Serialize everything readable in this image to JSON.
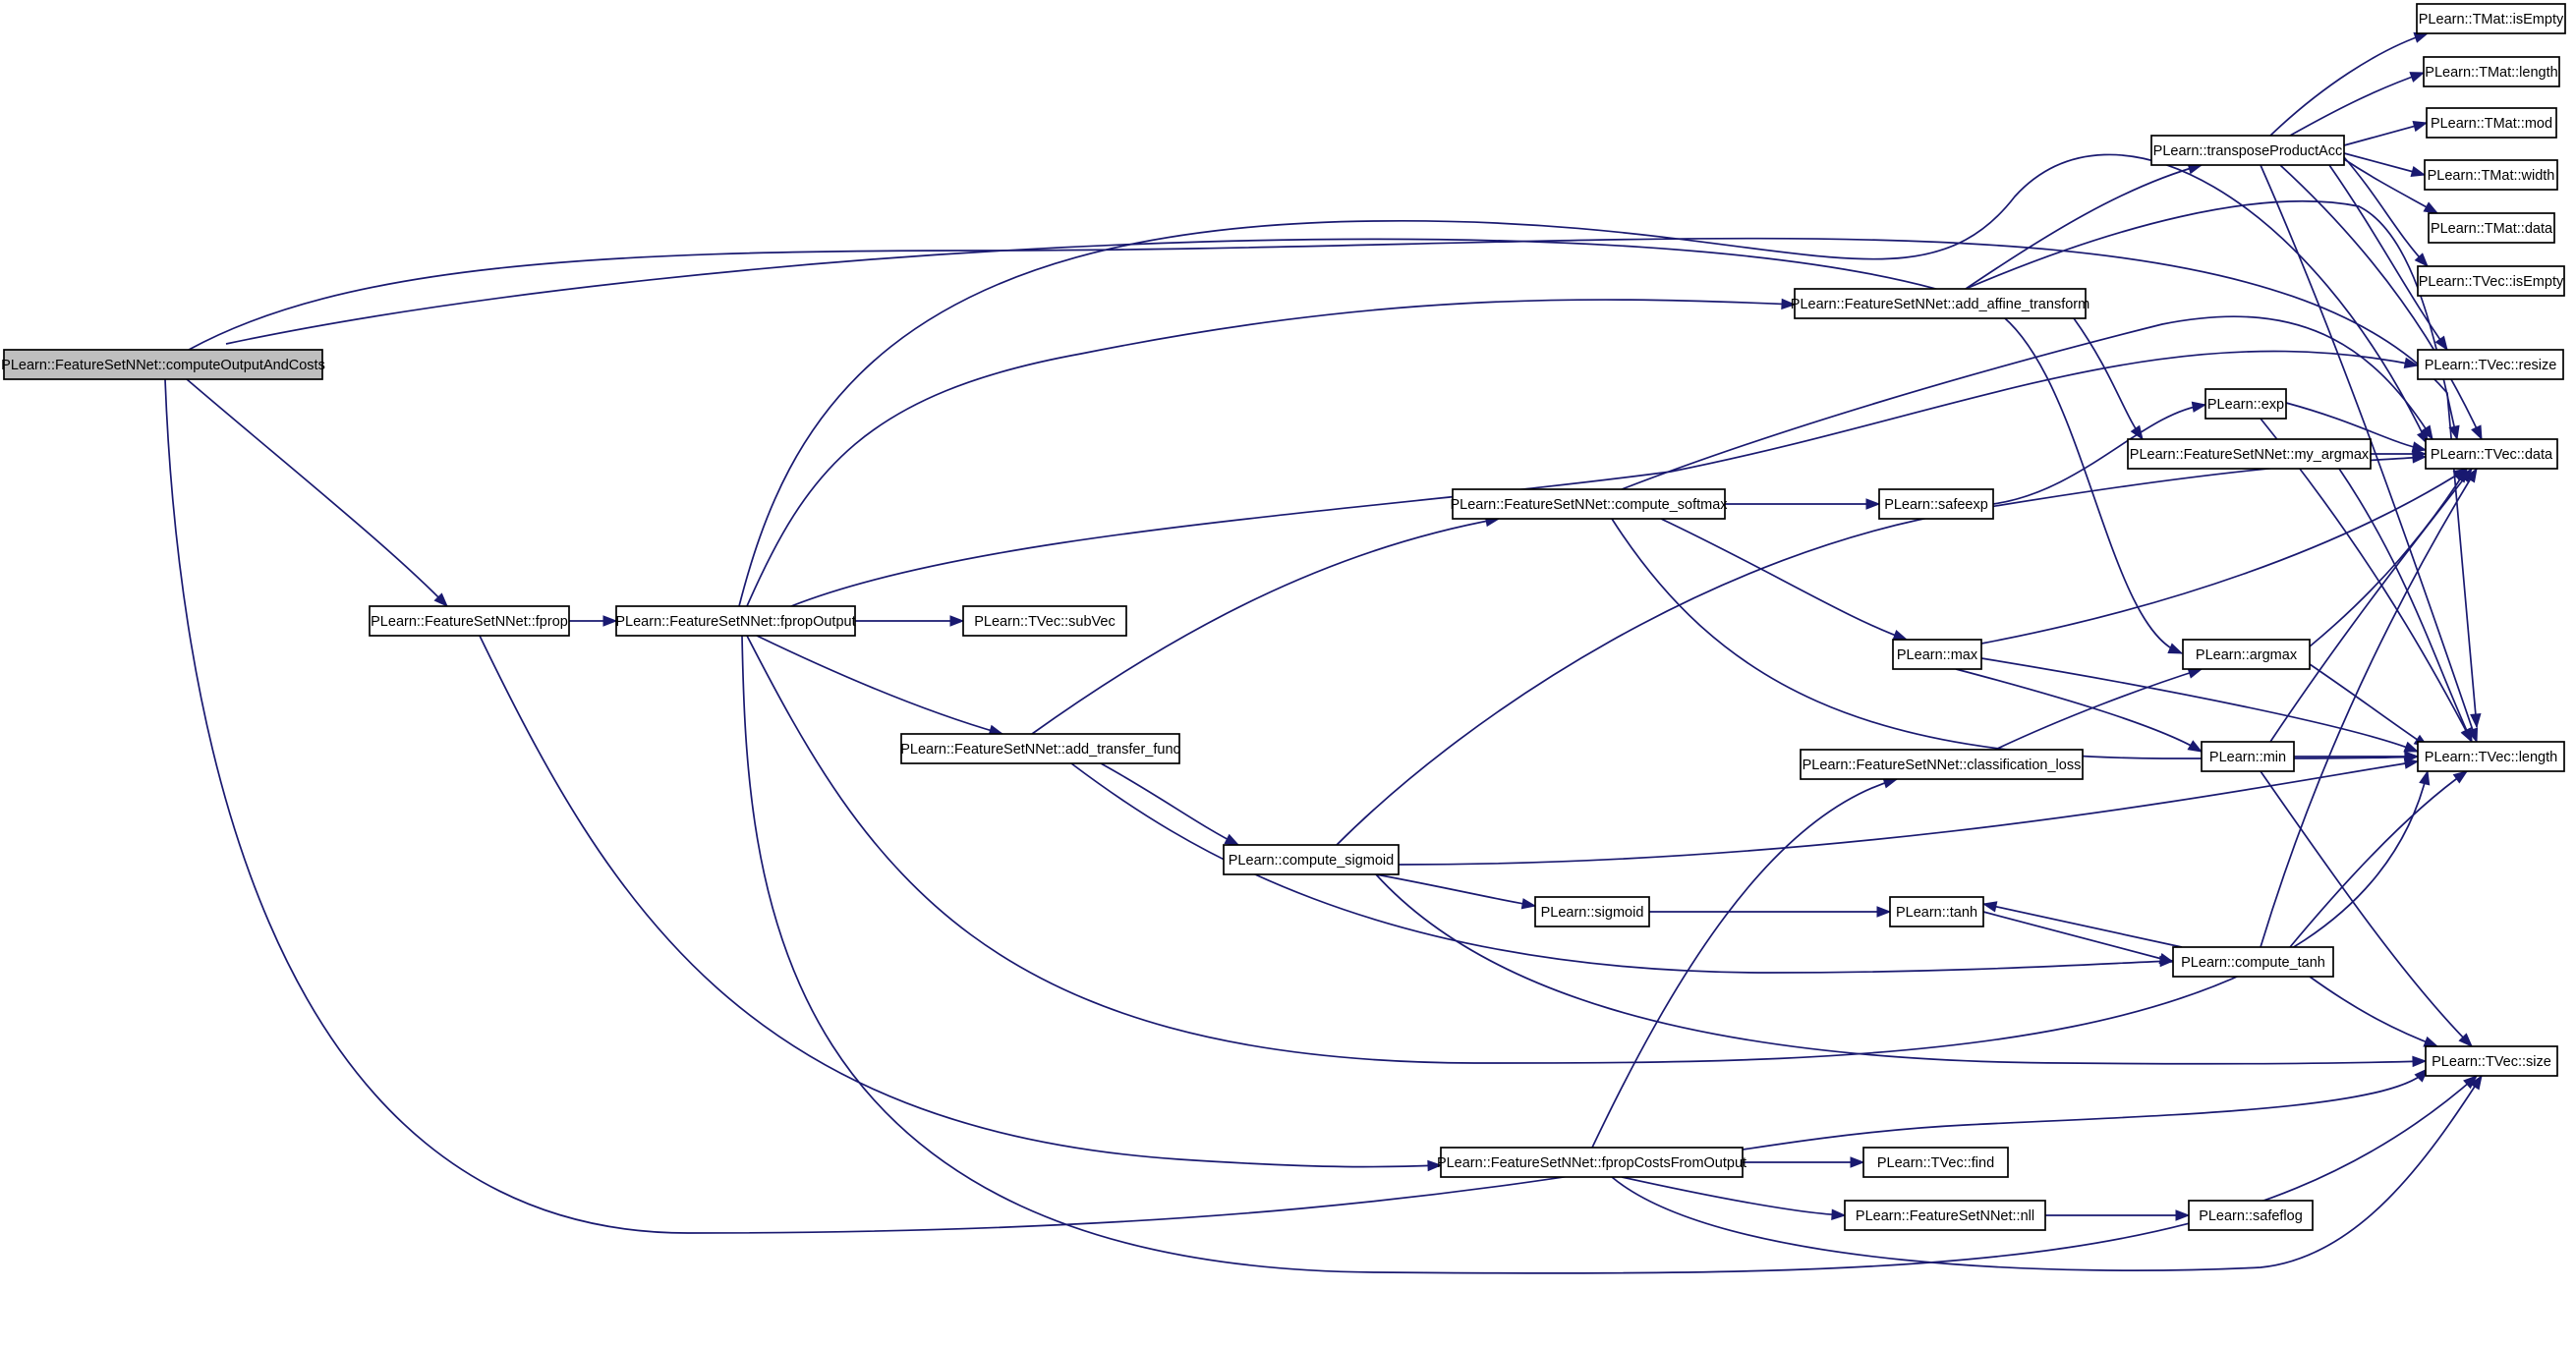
{
  "diagram": {
    "type": "call-graph",
    "edge_color": "#191970",
    "root_fill": "#bfbfbf",
    "node_fill": "#ffffff",
    "nodes": [
      {
        "id": "computeOutputAndCosts",
        "label": "PLearn::FeatureSetNNet::computeOutputAndCosts",
        "root": true
      },
      {
        "id": "fprop",
        "label": "PLearn::FeatureSetNNet::fprop"
      },
      {
        "id": "fpropOutput",
        "label": "PLearn::FeatureSetNNet::fpropOutput"
      },
      {
        "id": "subVec",
        "label": "PLearn::TVec::subVec"
      },
      {
        "id": "add_transfer_func",
        "label": "PLearn::FeatureSetNNet::add_transfer_func"
      },
      {
        "id": "compute_sigmoid",
        "label": "PLearn::compute_sigmoid"
      },
      {
        "id": "sigmoid",
        "label": "PLearn::sigmoid"
      },
      {
        "id": "compute_softmax",
        "label": "PLearn::FeatureSetNNet::compute_softmax"
      },
      {
        "id": "safeexp",
        "label": "PLearn::safeexp"
      },
      {
        "id": "add_affine_transform",
        "label": "PLearn::FeatureSetNNet::add_affine_transform"
      },
      {
        "id": "fpropCostsFromOutput",
        "label": "PLearn::FeatureSetNNet::fpropCostsFromOutput"
      },
      {
        "id": "classification_loss",
        "label": "PLearn::FeatureSetNNet::classification_loss"
      },
      {
        "id": "max",
        "label": "PLearn::max"
      },
      {
        "id": "tanh",
        "label": "PLearn::tanh"
      },
      {
        "id": "find",
        "label": "PLearn::TVec::find"
      },
      {
        "id": "nll",
        "label": "PLearn::FeatureSetNNet::nll"
      },
      {
        "id": "transposeProductAcc",
        "label": "PLearn::transposeProductAcc"
      },
      {
        "id": "exp",
        "label": "PLearn::exp"
      },
      {
        "id": "my_argmax",
        "label": "PLearn::FeatureSetNNet::my_argmax"
      },
      {
        "id": "argmax",
        "label": "PLearn::argmax"
      },
      {
        "id": "min",
        "label": "PLearn::min"
      },
      {
        "id": "compute_tanh",
        "label": "PLearn::compute_tanh"
      },
      {
        "id": "safeflog",
        "label": "PLearn::safeflog"
      },
      {
        "id": "TMat_isEmpty",
        "label": "PLearn::TMat::isEmpty"
      },
      {
        "id": "TMat_length",
        "label": "PLearn::TMat::length"
      },
      {
        "id": "TMat_mod",
        "label": "PLearn::TMat::mod"
      },
      {
        "id": "TMat_width",
        "label": "PLearn::TMat::width"
      },
      {
        "id": "TMat_data",
        "label": "PLearn::TMat::data"
      },
      {
        "id": "TVec_isEmpty",
        "label": "PLearn::TVec::isEmpty"
      },
      {
        "id": "TVec_resize",
        "label": "PLearn::TVec::resize"
      },
      {
        "id": "TVec_data",
        "label": "PLearn::TVec::data"
      },
      {
        "id": "TVec_length",
        "label": "PLearn::TVec::length"
      },
      {
        "id": "TVec_size",
        "label": "PLearn::TVec::size"
      }
    ],
    "edges": [
      [
        "computeOutputAndCosts",
        "fprop"
      ],
      [
        "computeOutputAndCosts",
        "TVec_length"
      ],
      [
        "computeOutputAndCosts",
        "argmax"
      ],
      [
        "computeOutputAndCosts",
        "TVec_size"
      ],
      [
        "fprop",
        "fpropOutput"
      ],
      [
        "fprop",
        "fpropCostsFromOutput"
      ],
      [
        "fpropOutput",
        "subVec"
      ],
      [
        "fpropOutput",
        "add_transfer_func"
      ],
      [
        "fpropOutput",
        "add_affine_transform"
      ],
      [
        "fpropOutput",
        "TVec_data"
      ],
      [
        "fpropOutput",
        "TVec_length"
      ],
      [
        "fpropOutput",
        "TVec_resize"
      ],
      [
        "fpropOutput",
        "TVec_size"
      ],
      [
        "add_transfer_func",
        "compute_softmax"
      ],
      [
        "add_transfer_func",
        "compute_sigmoid"
      ],
      [
        "add_transfer_func",
        "compute_tanh"
      ],
      [
        "compute_sigmoid",
        "sigmoid"
      ],
      [
        "compute_sigmoid",
        "TVec_data"
      ],
      [
        "compute_sigmoid",
        "TVec_length"
      ],
      [
        "compute_sigmoid",
        "TVec_size"
      ],
      [
        "sigmoid",
        "tanh"
      ],
      [
        "compute_softmax",
        "safeexp"
      ],
      [
        "compute_softmax",
        "max"
      ],
      [
        "compute_softmax",
        "TVec_data"
      ],
      [
        "compute_softmax",
        "TVec_length"
      ],
      [
        "safeexp",
        "exp"
      ],
      [
        "add_affine_transform",
        "transposeProductAcc"
      ],
      [
        "add_affine_transform",
        "TVec_data"
      ],
      [
        "add_affine_transform",
        "my_argmax"
      ],
      [
        "fpropCostsFromOutput",
        "classification_loss"
      ],
      [
        "fpropCostsFromOutput",
        "find"
      ],
      [
        "fpropCostsFromOutput",
        "nll"
      ],
      [
        "fpropCostsFromOutput",
        "TVec_size"
      ],
      [
        "classification_loss",
        "argmax"
      ],
      [
        "max",
        "TVec_data"
      ],
      [
        "max",
        "TVec_length"
      ],
      [
        "max",
        "min"
      ],
      [
        "nll",
        "safeflog"
      ],
      [
        "tanh",
        "compute_tanh"
      ],
      [
        "compute_tanh",
        "tanh"
      ],
      [
        "compute_tanh",
        "TVec_data"
      ],
      [
        "compute_tanh",
        "TVec_length"
      ],
      [
        "compute_tanh",
        "TVec_size"
      ],
      [
        "transposeProductAcc",
        "TMat_isEmpty"
      ],
      [
        "transposeProductAcc",
        "TMat_length"
      ],
      [
        "transposeProductAcc",
        "TMat_mod"
      ],
      [
        "transposeProductAcc",
        "TMat_width"
      ],
      [
        "transposeProductAcc",
        "TMat_data"
      ],
      [
        "transposeProductAcc",
        "TVec_isEmpty"
      ],
      [
        "transposeProductAcc",
        "TVec_resize"
      ],
      [
        "transposeProductAcc",
        "TVec_data"
      ],
      [
        "transposeProductAcc",
        "TVec_length"
      ],
      [
        "exp",
        "TVec_data"
      ],
      [
        "exp",
        "TVec_length"
      ],
      [
        "my_argmax",
        "TVec_data"
      ],
      [
        "my_argmax",
        "TVec_length"
      ],
      [
        "argmax",
        "TVec_data"
      ],
      [
        "argmax",
        "TVec_length"
      ],
      [
        "min",
        "TVec_data"
      ],
      [
        "min",
        "TVec_length"
      ],
      [
        "min",
        "TVec_size"
      ]
    ]
  }
}
